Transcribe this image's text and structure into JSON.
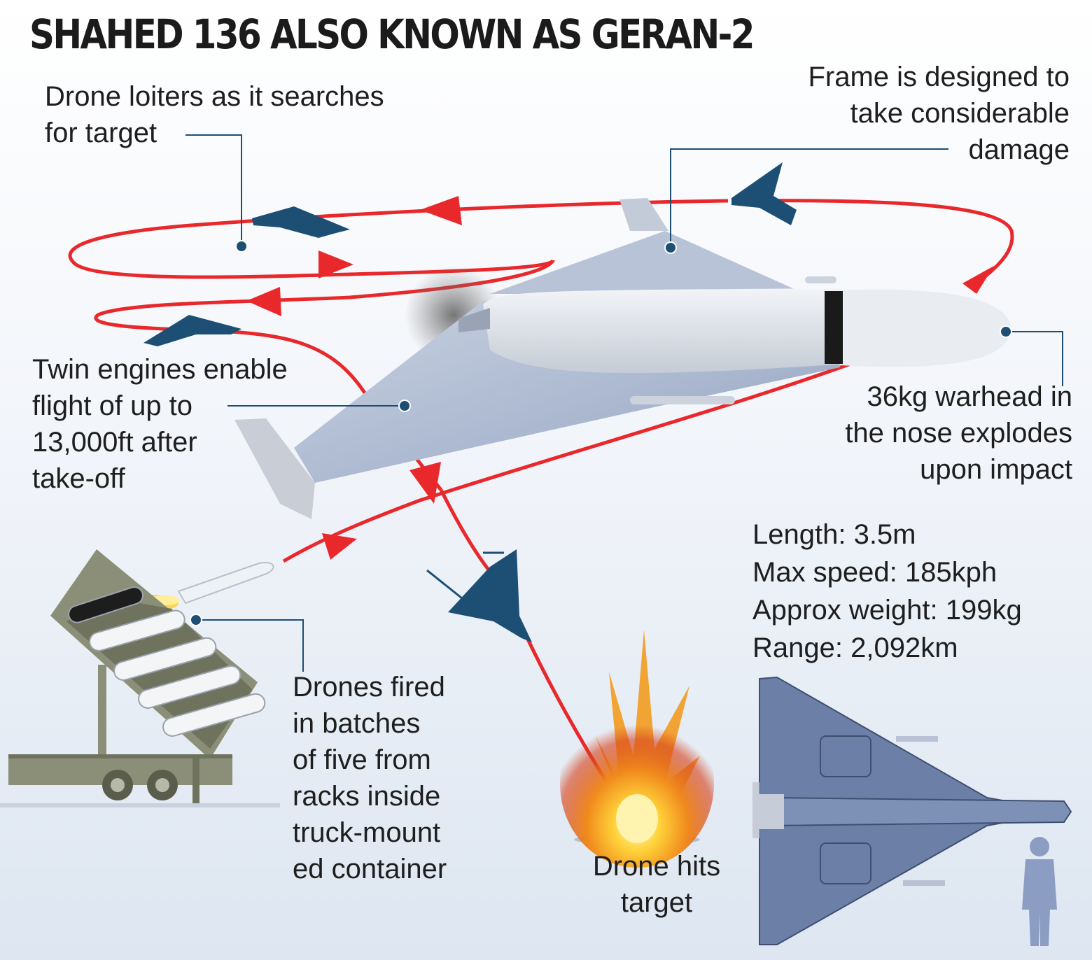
{
  "title": "SHAHED 136 ALSO KNOWN AS GERAN-2",
  "callouts": {
    "loiter": [
      "Drone loiters as it searches",
      "for target"
    ],
    "frame": [
      "Frame is designed to",
      "take considerable",
      "damage"
    ],
    "engines": [
      "Twin engines enable",
      "flight of up to",
      "13,000ft after",
      "take-off"
    ],
    "warhead": [
      "36kg warhead in",
      "the nose explodes",
      "upon impact"
    ],
    "launch": [
      "Drones fired",
      "in batches",
      "of five from",
      "racks inside",
      "truck-mount",
      "ed container"
    ],
    "hit": [
      "Drone hits",
      "target"
    ]
  },
  "specs": [
    "Length: 3.5m",
    "Max speed: 185kph",
    "Approx weight: 199kg",
    "Range: 2,092km"
  ],
  "colors": {
    "flight_path": "#e8282b",
    "drone_silhouette": "#1d4e74",
    "drone_topview": "#6b7fa7",
    "leader_line": "#1d4e74",
    "launcher": "#8c8f78",
    "person": "#8b9dc3"
  },
  "icons": [
    "drone-icon",
    "launcher-truck-icon",
    "explosion-icon",
    "person-silhouette-icon"
  ]
}
